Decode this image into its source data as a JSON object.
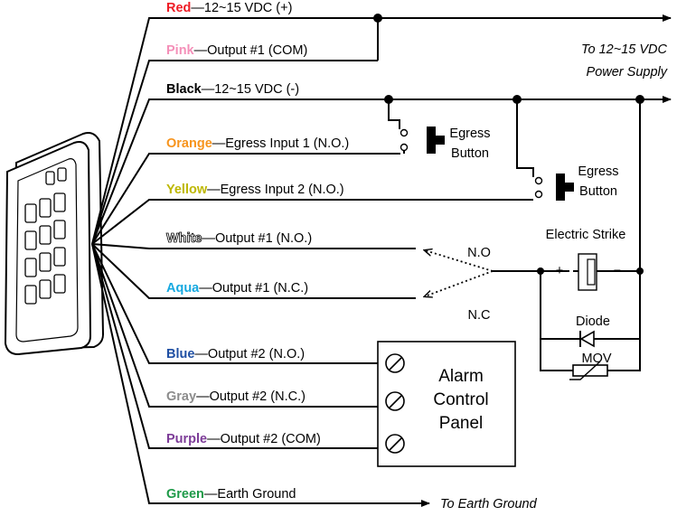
{
  "colors": {
    "red": "#ee1c25",
    "pink": "#f48fb8",
    "black": "#000000",
    "orange": "#f7941d",
    "yellow": "#bdb700",
    "white_outline": "#000000",
    "aqua": "#17a9e0",
    "blue": "#1f4fa3",
    "gray": "#8c8c8c",
    "purple": "#7d3c98",
    "green": "#1e9a48"
  },
  "wires": [
    {
      "color": "Red",
      "desc": "—12~15 VDC (+)"
    },
    {
      "color": "Pink",
      "desc": "—Output #1 (COM)"
    },
    {
      "color": "Black",
      "desc": "—12~15 VDC (-)"
    },
    {
      "color": "Orange",
      "desc": "—Egress Input 1 (N.O.)"
    },
    {
      "color": "Yellow",
      "desc": "—Egress Input 2 (N.O.)"
    },
    {
      "color": "White",
      "desc": "—Output #1 (N.O.)"
    },
    {
      "color": "Aqua",
      "desc": "—Output #1 (N.C.)"
    },
    {
      "color": "Blue",
      "desc": "—Output #2 (N.O.)"
    },
    {
      "color": "Gray",
      "desc": "—Output #2 (N.C.)"
    },
    {
      "color": "Purple",
      "desc": "—Output #2 (COM)"
    },
    {
      "color": "Green",
      "desc": "—Earth Ground"
    }
  ],
  "power_supply": {
    "line1": "To 12~15 VDC",
    "line2": "Power Supply"
  },
  "egress1": {
    "line1": "Egress",
    "line2": "Button"
  },
  "egress2": {
    "line1": "Egress",
    "line2": "Button"
  },
  "strike": {
    "title": "Electric Strike",
    "plus": "+",
    "minus": "−"
  },
  "relay": {
    "no": "N.O",
    "nc": "N.C"
  },
  "diode": "Diode",
  "mov": "MOV",
  "alarm": {
    "line1": "Alarm",
    "line2": "Control",
    "line3": "Panel"
  },
  "earth": "To Earth Ground"
}
